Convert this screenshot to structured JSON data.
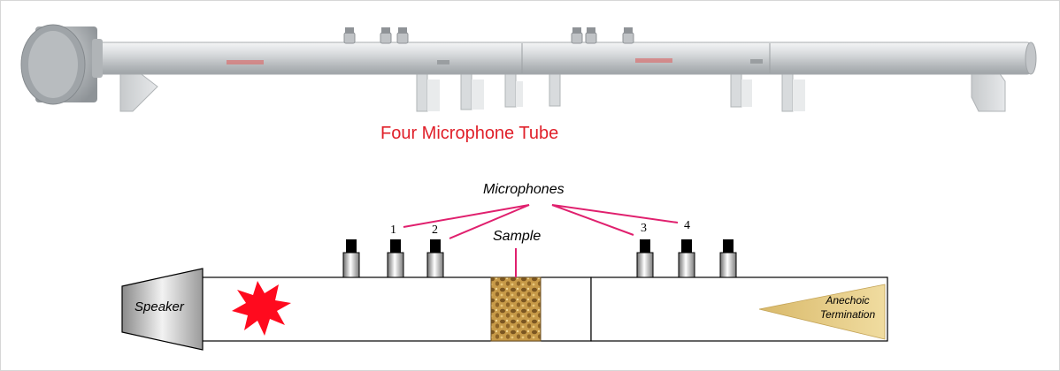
{
  "photo_caption": "Four Microphone Tube",
  "diagram": {
    "microphones_label": "Microphones",
    "sample_label": "Sample",
    "speaker_label": "Speaker",
    "termination_label_line1": "Anechoic",
    "termination_label_line2": "Termination",
    "mic_numbers": [
      "1",
      "2",
      "3",
      "4"
    ]
  },
  "colors": {
    "caption": "#e0202a",
    "pointer_lines": "#e0206e",
    "burst": "#ff0a1e",
    "tube_metal": "#c9ccce"
  }
}
